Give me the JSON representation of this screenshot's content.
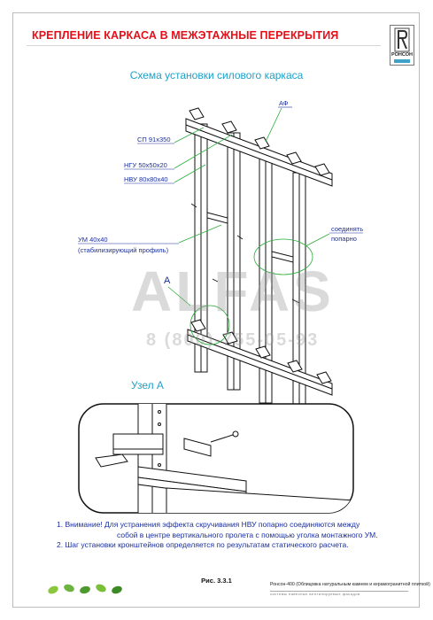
{
  "header": {
    "title": "КРЕПЛЕНИЕ КАРКАСА В МЕЖЭТАЖНЫЕ ПЕРЕКРЫТИЯ",
    "logo_text": "РОНСОН",
    "logo_icon": "ronson-logo-icon"
  },
  "scheme": {
    "title": "Схема установки силового каркаса",
    "labels": {
      "af": "АФ",
      "sp": "СП 91х350",
      "ngu": "НГУ 50х50х20",
      "nvu": "НВУ 80х80х40",
      "um": "УМ 40х40",
      "um_note": "(стабилизирующий профиль)",
      "join1": "соединять",
      "join2": "попарно",
      "node_marker": "А"
    }
  },
  "watermark": {
    "brand": "ALFAS",
    "phone": "8 (800)-755-05-93"
  },
  "detail": {
    "title": "Узел А"
  },
  "notes": {
    "item1_line1": "1.  Внимание!  Для устранения эффекта скручивания НВУ попарно соединяются между",
    "item1_line2": "собой в центре вертикального пролета с помощью уголка монтажного УМ.",
    "item2": "2.  Шаг установки кронштейнов определяется по результатам статического расчета."
  },
  "footer": {
    "figure": "Рис. 3.3.1",
    "system": "Ронсон-400 (Облицовка натуральным камнем и  керамогранитной плиткой)",
    "sub": "системы навесных вентилируемых фасадов"
  },
  "colors": {
    "title_red": "#e3101a",
    "accent_blue": "#20a0c8",
    "label_blue": "#1a2fa0",
    "leader_green": "#2cae3a"
  }
}
